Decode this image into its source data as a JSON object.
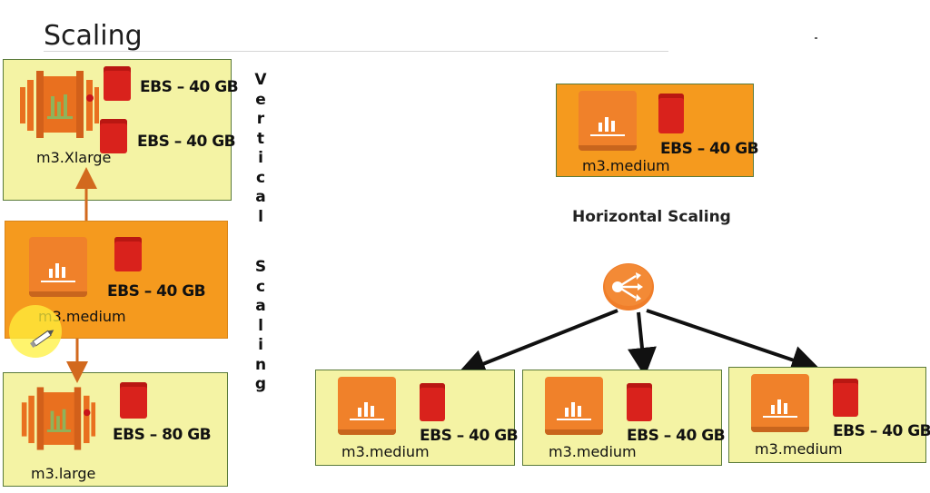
{
  "title": "Scaling",
  "vertical": {
    "label": "Vertical Scaling",
    "letters_word1": [
      "V",
      "e",
      "r",
      "t",
      "i",
      "c",
      "a",
      "l"
    ],
    "letters_word2": [
      "S",
      "c",
      "a",
      "l",
      "i",
      "n",
      "g"
    ],
    "top_box": {
      "instance": "m3.Xlarge",
      "ebs1": "EBS – 40 GB",
      "ebs2": "EBS – 40 GB"
    },
    "middle_box": {
      "instance": "m3.medium",
      "ebs": "EBS – 40 GB"
    },
    "bottom_box": {
      "instance": "m3.large",
      "ebs": "EBS – 80 GB"
    }
  },
  "horizontal": {
    "label": "Horizontal Scaling",
    "source": {
      "instance": "m3.medium",
      "ebs": "EBS – 40 GB"
    },
    "targets": [
      {
        "instance": "m3.medium",
        "ebs": "EBS – 40 GB"
      },
      {
        "instance": "m3.medium",
        "ebs": "EBS – 40 GB"
      },
      {
        "instance": "m3.medium",
        "ebs": "EBS – 40 GB"
      }
    ]
  },
  "colors": {
    "yellow_box": "#f4f3a4",
    "orange_box": "#f59a1e",
    "ebs_volume": "#d9221c",
    "instance_orange": "#f0812a",
    "arrow_vertical": "#d2691e",
    "arrow_horizontal": "#111111",
    "load_balancer": "#f07e2a"
  },
  "icons": [
    "ec2-large-instance-icon",
    "ec2-medium-instance-icon",
    "ebs-volume-icon",
    "elastic-load-balancer-icon",
    "pencil-cursor-icon"
  ]
}
